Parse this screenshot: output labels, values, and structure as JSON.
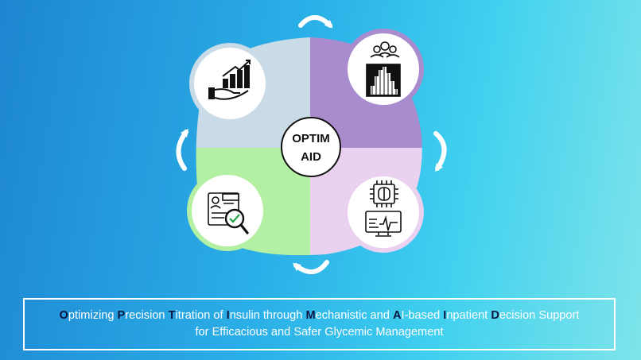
{
  "center_label": {
    "line1": "OPTIM",
    "line2": "AID"
  },
  "quadrant_colors": {
    "top_left": "#c9dbe6",
    "top_right": "#a88ccd",
    "bottom_right": "#ead1ef",
    "bottom_left": "#b3f0a3"
  },
  "icons": {
    "top_left": "hand-growth-chart-icon",
    "top_right": "population-distribution-icon",
    "bottom_right": "ai-brain-monitor-icon",
    "bottom_left": "profile-verification-icon"
  },
  "caption": {
    "line1_segments": [
      {
        "text": "O",
        "initial": true
      },
      {
        "text": "ptimizing ",
        "initial": false
      },
      {
        "text": "P",
        "initial": true
      },
      {
        "text": "recision ",
        "initial": false
      },
      {
        "text": "T",
        "initial": true
      },
      {
        "text": "itration of ",
        "initial": false
      },
      {
        "text": "I",
        "initial": true
      },
      {
        "text": "nsulin through ",
        "initial": false
      },
      {
        "text": "M",
        "initial": true
      },
      {
        "text": "echanistic and ",
        "initial": false
      },
      {
        "text": "A",
        "initial": true
      },
      {
        "text": "I-based ",
        "initial": false
      },
      {
        "text": "I",
        "initial": true
      },
      {
        "text": "npatient ",
        "initial": false
      },
      {
        "text": "D",
        "initial": true
      },
      {
        "text": "ecision Support",
        "initial": false
      }
    ],
    "line2": "for Efficacious and Safer Glycemic Management"
  }
}
